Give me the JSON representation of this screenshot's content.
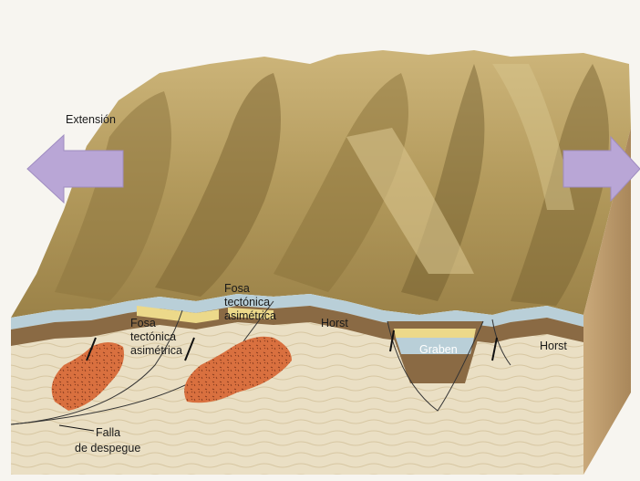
{
  "labels": {
    "extension": "Extensión",
    "fosa1_line1": "Fosa",
    "fosa1_line2": "tectónica",
    "fosa1_line3": "asimétrica",
    "fosa2_line1": "Fosa",
    "fosa2_line2": "tectónica",
    "fosa2_line3": "asimétrica",
    "horst_left": "Horst",
    "graben": "Graben",
    "horst_right": "Horst",
    "falla_line1": "Falla",
    "falla_line2": "de despegue"
  },
  "colors": {
    "terrain": "#b39a5c",
    "terrain_dark": "#6e5a2c",
    "terrain_light": "#d8c58d",
    "crust": "#e9dcc0",
    "layer_brown": "#8a6a44",
    "layer_blue": "#b9cfd8",
    "layer_yellow": "#ecd98a",
    "magma": "#d9703f",
    "arrow": "#b9a6d6"
  },
  "icons": {
    "extension_arrow_left": "arrow-left-icon",
    "extension_arrow_right": "arrow-right-icon"
  }
}
